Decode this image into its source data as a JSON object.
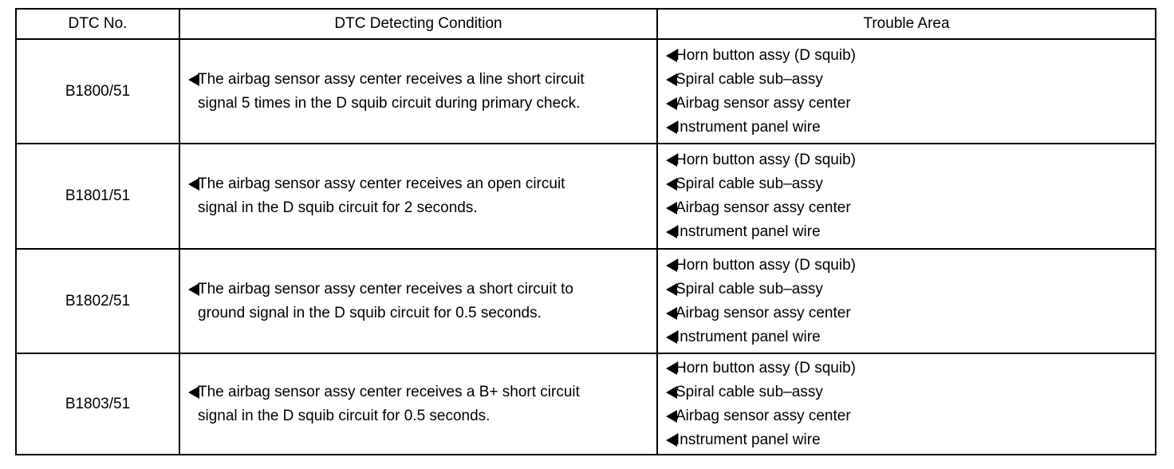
{
  "headers": {
    "dtc_no": "DTC No.",
    "condition": "DTC Detecting Condition",
    "trouble_area": "Trouble Area"
  },
  "rows": [
    {
      "dtc": "B1800/51",
      "condition_line1": "The airbag sensor assy center receives a line short circuit",
      "condition_line2": "signal 5 times in the D squib circuit during primary check.",
      "areas": [
        "Horn button assy (D squib)",
        "Spiral cable sub–assy",
        "Airbag sensor assy center",
        "Instrument panel wire"
      ]
    },
    {
      "dtc": "B1801/51",
      "condition_line1": "The airbag sensor assy center receives an open circuit",
      "condition_line2": "signal in the D squib circuit for 2 seconds.",
      "areas": [
        "Horn button assy (D squib)",
        "Spiral cable sub–assy",
        "Airbag sensor assy center",
        "Instrument panel wire"
      ]
    },
    {
      "dtc": "B1802/51",
      "condition_line1": "The airbag sensor assy center receives a short circuit to",
      "condition_line2": "ground signal in the D squib circuit for 0.5 seconds.",
      "areas": [
        "Horn button assy (D squib)",
        "Spiral cable sub–assy",
        "Airbag sensor assy center",
        "Instrument panel wire"
      ]
    },
    {
      "dtc": "B1803/51",
      "condition_line1": "The airbag sensor assy center receives a B+ short circuit",
      "condition_line2": "signal in the D squib circuit for 0.5 seconds.",
      "areas": [
        "Horn button assy (D squib)",
        "Spiral cable sub–assy",
        "Airbag sensor assy center",
        "Instrument panel wire"
      ]
    }
  ]
}
